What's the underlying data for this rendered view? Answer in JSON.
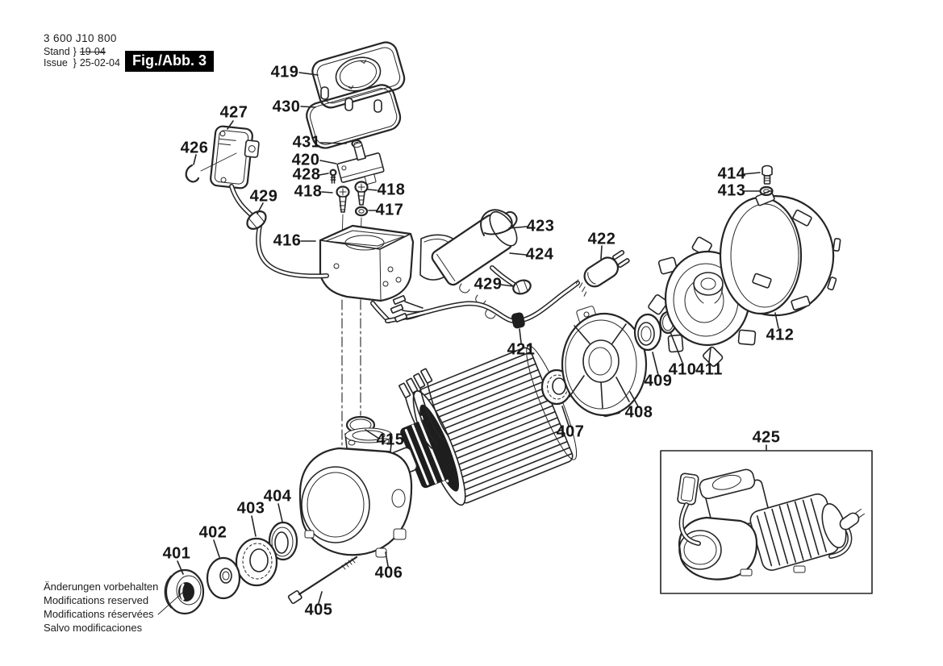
{
  "header": {
    "code": "3 600 J10 800",
    "stand_label": "Stand",
    "issue_label": "Issue",
    "brace": "}",
    "superseded_date": "19-04",
    "issue_date": "25-02-04",
    "figure_label": "Fig./Abb. 3"
  },
  "callouts": {
    "c401": "401",
    "c402": "402",
    "c403": "403",
    "c404": "404",
    "c405": "405",
    "c406": "406",
    "c407": "407",
    "c408": "408",
    "c409": "409",
    "c410": "410",
    "c411": "411",
    "c412": "412",
    "c413": "413",
    "c414": "414",
    "c415": "415",
    "c416": "416",
    "c417": "417",
    "c418a": "418",
    "c418b": "418",
    "c419": "419",
    "c420": "420",
    "c421": "421",
    "c422": "422",
    "c423": "423",
    "c424": "424",
    "c425": "425",
    "c426": "426",
    "c427": "427",
    "c428": "428",
    "c429a": "429",
    "c429b": "429",
    "c430": "430",
    "c431": "431"
  },
  "footer": {
    "line_de": "Änderungen vorbehalten",
    "line_en": "Modifications reserved",
    "line_fr": "Modifications réservées",
    "line_es": "Salvo modificaciones"
  }
}
